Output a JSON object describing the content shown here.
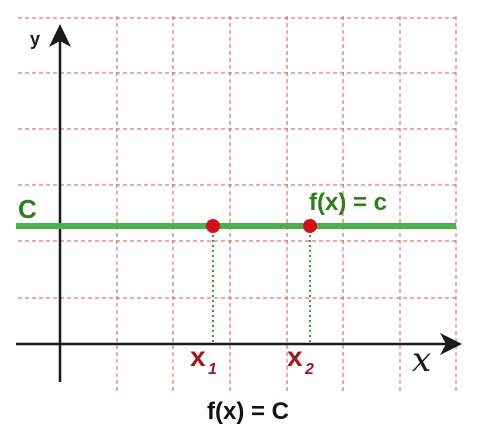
{
  "labels": {
    "y_axis": "y",
    "x_axis": "x",
    "constant_c": "C",
    "function_label": "f(x) = c",
    "x1_main": "x",
    "x1_sub": "1",
    "x2_main": "x",
    "x2_sub": "2",
    "caption": "f(x) = C"
  },
  "colors": {
    "grid": "#d4545a",
    "axes": "#1a1a1a",
    "line": "#4caf50",
    "point": "#d0111b",
    "label_green": "#2e7d1f",
    "label_red": "#9b1b1b",
    "caption": "#111111"
  }
}
